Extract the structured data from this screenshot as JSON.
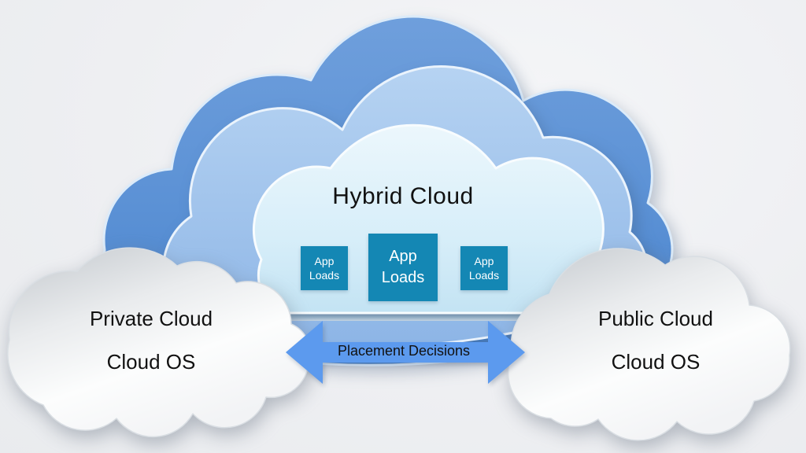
{
  "diagram": {
    "hybrid_cloud": {
      "title": "Hybrid Cloud",
      "app_loads": [
        {
          "label": "App Loads"
        },
        {
          "label": "App Loads"
        },
        {
          "label": "App Loads"
        }
      ]
    },
    "private_cloud": {
      "title": "Private Cloud",
      "subtitle": "Cloud OS"
    },
    "public_cloud": {
      "title": "Public Cloud",
      "subtitle": "Cloud OS"
    },
    "arrow": {
      "label": "Placement Decisions"
    },
    "colors": {
      "outer_cloud": "#5b93d6",
      "middle_cloud": "#a6c8ee",
      "inner_cloud": "#daeffa",
      "app_box": "#1487b4",
      "app_box_text": "#ffffff",
      "arrow": "#5c9aee",
      "text": "#111111",
      "shadow_band": "#5f7d99",
      "background": "#edeef1"
    }
  }
}
